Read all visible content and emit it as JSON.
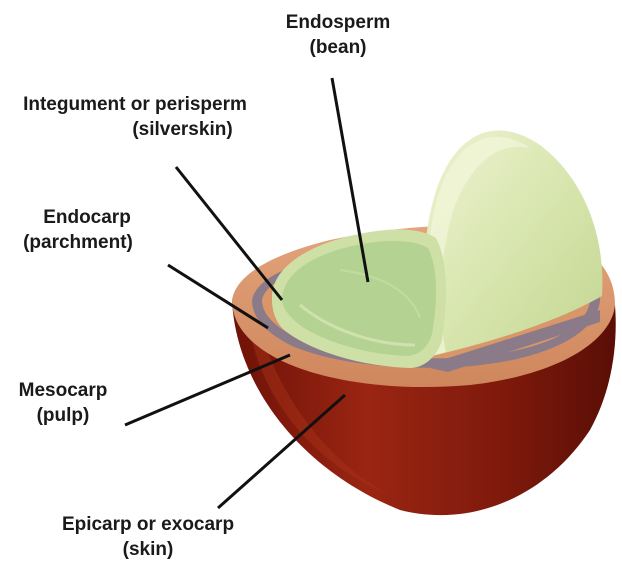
{
  "labels": {
    "endosperm": {
      "line1": "Endosperm",
      "line2": "(bean)"
    },
    "integument": {
      "line1": "Integument or perisperm",
      "line2": "(silverskin)"
    },
    "endocarp": {
      "line1": "Endocarp",
      "line2": "(parchment)"
    },
    "mesocarp": {
      "line1": "Mesocarp",
      "line2": "(pulp)"
    },
    "epicarp": {
      "line1": "Epicarp or exocarp",
      "line2": "(skin)"
    }
  },
  "colors": {
    "epicarp": "#8a1c0e",
    "mesocarp": "#d9936a",
    "endocarp": "#8a7a86",
    "silverskin": "#c9dca0",
    "endosperm": "#a9cf8e",
    "bean_half": "#d8e6b4",
    "leader": "#111111"
  }
}
